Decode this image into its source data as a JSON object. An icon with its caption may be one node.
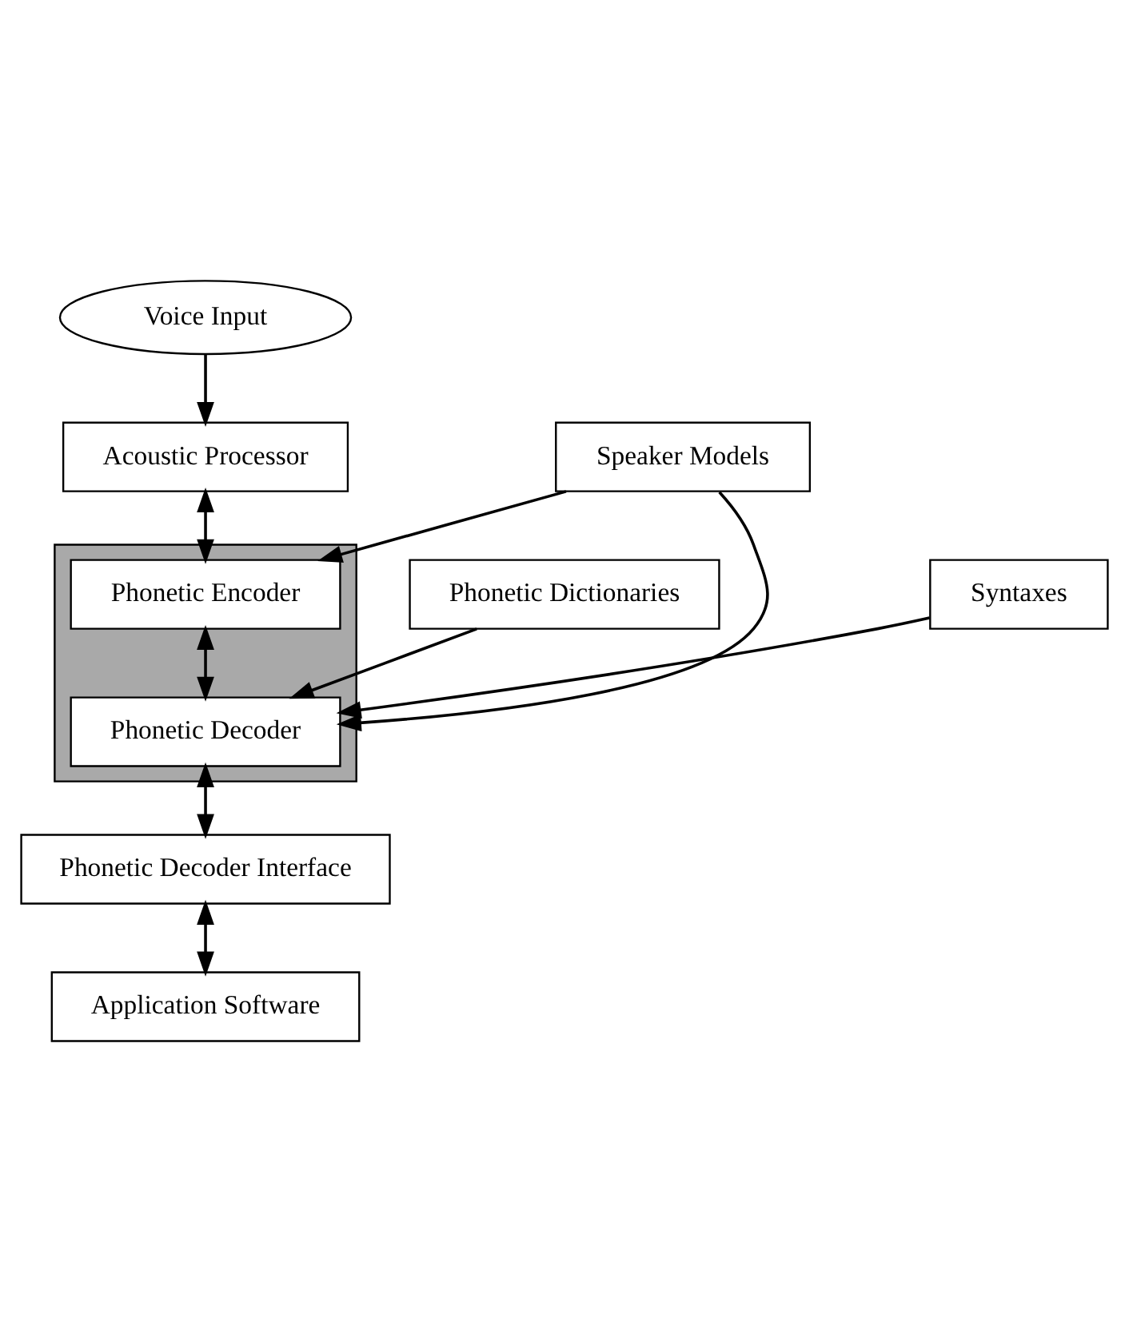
{
  "diagram": {
    "nodes": [
      {
        "text": [
          "Voice Input"
        ]
      },
      {
        "text": [
          "Acoustic Processor"
        ]
      },
      {
        "text": [],
        "shape": "box"
      },
      {
        "text": [
          "Phonetic Encoder"
        ],
        "in": 2
      },
      {
        "text": [
          "Phonetic Decoder"
        ],
        "in": 2
      },
      {
        "text": [
          "Phonetic Dictionaries"
        ]
      },
      {
        "text": [
          "Speaker Models"
        ]
      },
      {
        "text": [
          "Syntaxes"
        ]
      },
      {
        "text": [
          "Phonetic Decoder Interface"
        ]
      },
      {
        "text": [
          "Application Software"
        ]
      }
    ],
    "edges": [
      {
        "from": 0,
        "to": 1,
        "arrow": "to"
      },
      {
        "from": 1,
        "to": 3,
        "arrow": "both"
      },
      {
        "from": 3,
        "to": 4,
        "arrow": "both"
      },
      {
        "from": 6,
        "to": 3,
        "arrow": "to"
      },
      {
        "from": 6,
        "to": 4,
        "arrow": "to"
      },
      {
        "from": 4,
        "to": 8,
        "arrow": "both"
      },
      {
        "from": 7,
        "to": 4,
        "arrow": "to"
      },
      {
        "from": 5,
        "to": 4,
        "arrow": "to"
      },
      {
        "from": 8,
        "to": 9,
        "arrow": "both"
      }
    ]
  }
}
